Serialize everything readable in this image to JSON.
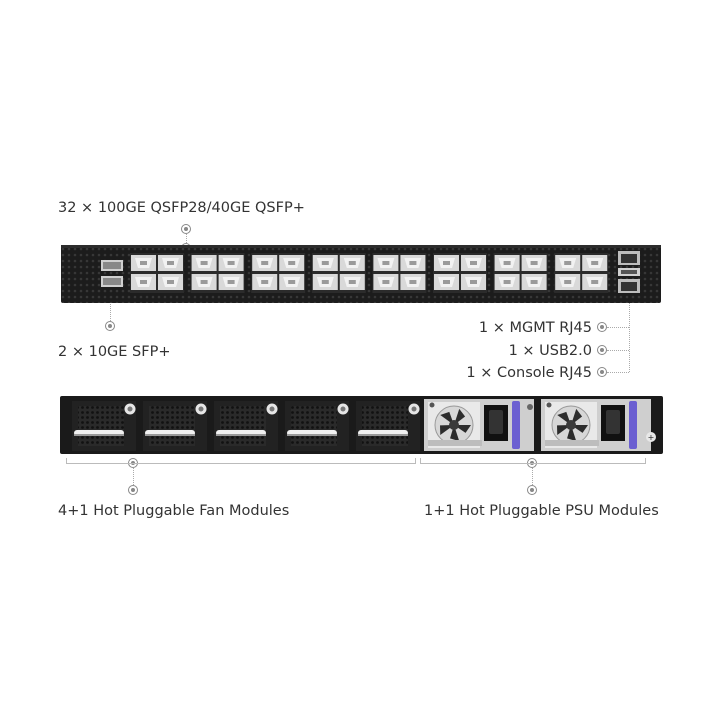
{
  "labels": {
    "qsfp": "32 × 100GE  QSFP28/40GE  QSFP+",
    "sfp": "2 × 10GE  SFP+",
    "mgmt": "1 × MGMT RJ45",
    "usb": "1 × USB2.0",
    "console": "1 × Console RJ45",
    "fan": "4+1 Hot Pluggable Fan Modules",
    "psu": "1+1 Hot Pluggable PSU Modules"
  },
  "counts": {
    "qsfp_groups": 8,
    "fan_modules": 5,
    "psu_modules": 2
  },
  "colors": {
    "chassis": "#1a1a1a",
    "port": "#d9d9d9",
    "psu_handle": "#6b5fd1",
    "callout": "#888888"
  }
}
